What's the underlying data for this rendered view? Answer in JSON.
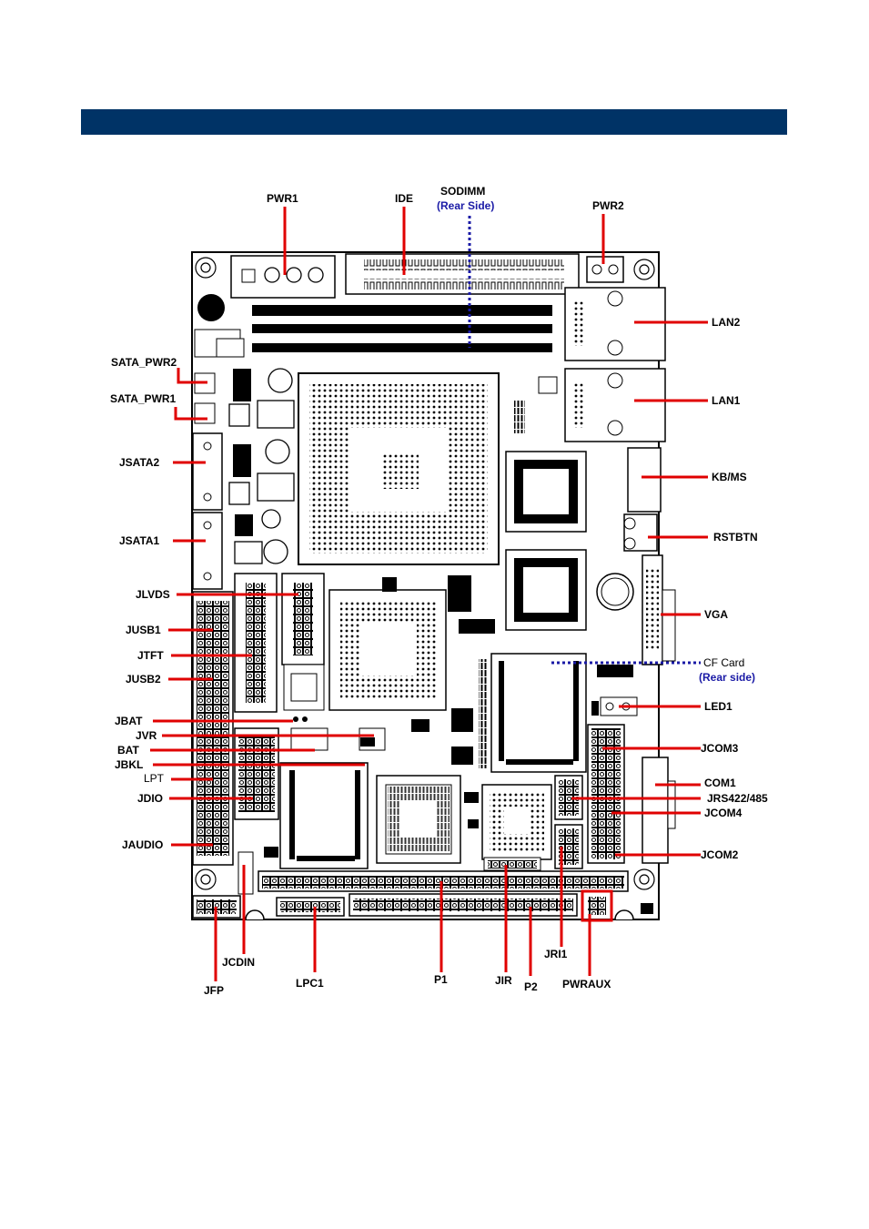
{
  "colors": {
    "header_bar": "#003366",
    "leader_line": "#e00000",
    "rear_side_line": "#1a1aa6",
    "board_outline": "#000000"
  },
  "labels": {
    "pwr1": "PWR1",
    "ide": "IDE",
    "sodimm": "SODIMM",
    "sodimm_note": "(Rear Side)",
    "pwr2": "PWR2",
    "lan2": "LAN2",
    "lan1": "LAN1",
    "kbms": "KB/MS",
    "rstbtn": "RSTBTN",
    "vga": "VGA",
    "cf_card": "CF Card",
    "cf_card_note": "(Rear side)",
    "led1": "LED1",
    "jcom3": "JCOM3",
    "com1": "COM1",
    "jrs422": "JRS422/485",
    "jcom4": "JCOM4",
    "jcom2": "JCOM2",
    "sata_pwr2": "SATA_PWR2",
    "sata_pwr1": "SATA_PWR1",
    "jsata2": "JSATA2",
    "jsata1": "JSATA1",
    "jlvds": "JLVDS",
    "jusb1": "JUSB1",
    "jtft": "JTFT",
    "jusb2": "JUSB2",
    "jbat": "JBAT",
    "jvr": "JVR",
    "bat": "BAT",
    "jbkl": "JBKL",
    "lpt": "LPT",
    "jdio": "JDIO",
    "jaudio": "JAUDIO",
    "jcdin": "JCDIN",
    "jfp": "JFP",
    "lpc1": "LPC1",
    "p1": "P1",
    "jir": "JIR",
    "p2": "P2",
    "jri1": "JRI1",
    "pwraux": "PWRAUX"
  }
}
